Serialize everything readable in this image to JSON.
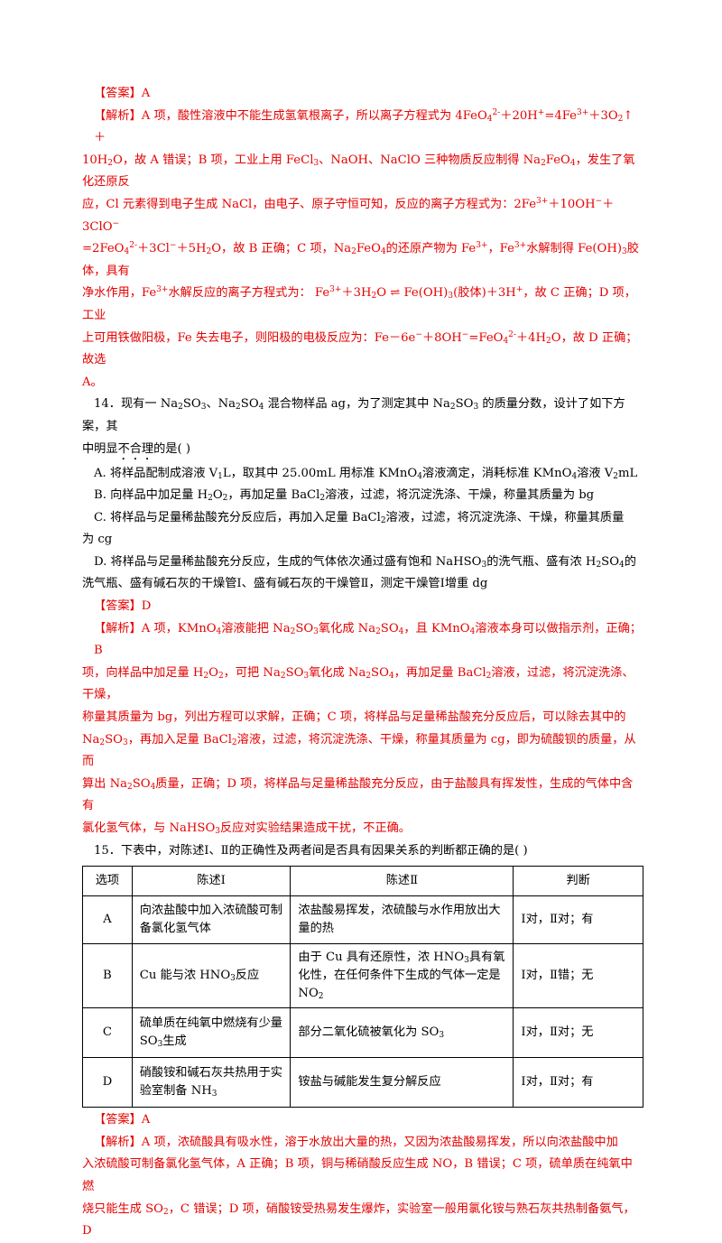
{
  "q13": {
    "answer_label": "【答案】A",
    "analysis": {
      "l1a": "【解析】A 项，酸性溶液中不能生成氢氧根离子，所以离子方程式为 4FeO",
      "l1b": "＋20H",
      "l1c": "=4Fe",
      "l1d": "＋3O",
      "l1e": "↑＋",
      "l2a": "10H",
      "l2b": "O，故 A 错误；B 项，工业上用 FeCl",
      "l2c": "、NaOH、NaClO 三种物质反应制得 Na",
      "l2d": "FeO",
      "l2e": "，发生了氧化还原反",
      "l3a": "应，Cl 元素得到电子生成 NaCl，由电子、原子守恒可知，反应的离子方程式为：2Fe",
      "l3b": "＋10OH",
      "l3c": "＋3ClO",
      "l4a": "=2FeO",
      "l4b": "＋3Cl",
      "l4c": "＋5H",
      "l4d": "O，故 B 正确；C 项，Na",
      "l4e": "FeO",
      "l4f": "的还原产物为 Fe",
      "l4g": "，Fe",
      "l4h": "水解制得 Fe(OH)",
      "l4i": "胶体，具有",
      "l5a": "净水作用，Fe",
      "l5b": "水解反应的离子方程式为：  Fe",
      "l5c": "＋3H",
      "l5d": "O ⇌ Fe(OH)",
      "l5e": "(胶体)＋3H",
      "l5f": "，故 C 正确；D 项，工业",
      "l6a": "上可用铁做阳极，Fe 失去电子，则阳极的电极反应为：Fe－6e",
      "l6b": "＋8OH",
      "l6c": "=FeO",
      "l6d": "＋4H",
      "l6e": "O，故 D 正确；故选",
      "l7": "A。"
    },
    "sub_2": "2",
    "sub_3": "3",
    "sub_4": "4",
    "sup_2minus": "2-",
    "sup_plus": "+",
    "sup_3plus": "3+",
    "sup_minus": "−"
  },
  "q14": {
    "stem_a": "14．现有一 Na",
    "stem_b": "SO",
    "stem_c": "、Na",
    "stem_d": "SO",
    "stem_e": " 混合物样品 ag，为了测定其中 Na",
    "stem_f": "SO",
    "stem_g": " 的质量分数，设计了如下方案，其",
    "stem2_a": "中明显",
    "stem2_dot": "不合理",
    "stem2_b": "的是(      )",
    "optA_a": "A. 将样品配制成溶液 V",
    "optA_b": "L，取其中 25.00mL 用标准 KMnO",
    "optA_c": "溶液滴定，消耗标准 KMnO",
    "optA_d": "溶液 V",
    "optA_e": "mL",
    "optB_a": "B. 向样品中加足量 H",
    "optB_b": "O",
    "optB_c": "，再加足量 BaCl",
    "optB_d": "溶液，过滤，将沉淀洗涤、干燥，称量其质量为 bg",
    "optC_a": "C. 将样品与足量稀盐酸充分反应后，再加入足量 BaCl",
    "optC_b": "溶液，过滤，将沉淀洗涤、干燥，称量其质量",
    "optC_c": "为 cg",
    "optD_a": "D. 将样品与足量稀盐酸充分反应，生成的气体依次通过盛有饱和 NaHSO",
    "optD_b": "的洗气瓶、盛有浓 H",
    "optD_c": "SO",
    "optD_d": "的",
    "optD_e": "洗气瓶、盛有碱石灰的干燥管Ⅰ、盛有碱石灰的干燥管Ⅱ，测定干燥管Ⅰ增重 dg",
    "answer_label": "【答案】D",
    "an1a": "【解析】A 项，KMnO",
    "an1b": "溶液能把 Na",
    "an1c": "SO",
    "an1d": "氧化成 Na",
    "an1e": "SO",
    "an1f": "，且 KMnO",
    "an1g": "溶液本身可以做指示剂，正确；B",
    "an2a": "项，向样品中加足量 H",
    "an2b": "O",
    "an2c": "，可把 Na",
    "an2d": "SO",
    "an2e": "氧化成 Na",
    "an2f": "SO",
    "an2g": "，再加足量 BaCl",
    "an2h": "溶液，过滤，将沉淀洗涤、干燥，",
    "an3": "称量其质量为 bg，列出方程可以求解，正确；C 项，将样品与足量稀盐酸充分反应后，可以除去其中的",
    "an4a": "Na",
    "an4b": "SO",
    "an4c": "，再加入足量 BaCl",
    "an4d": "溶液，过滤，将沉淀洗涤、干燥，称量其质量为 cg，即为硫酸钡的质量，从而",
    "an5a": "算出 Na",
    "an5b": "SO",
    "an5c": "质量，正确；D 项，将样品与足量稀盐酸充分反应，由于盐酸具有挥发性，生成的气体中含有",
    "an6a": "氯化氢气体，与 NaHSO",
    "an6b": "反应对实验结果造成干扰，不正确。"
  },
  "q15": {
    "stem": "15．下表中，对陈述Ⅰ、Ⅱ的正确性及两者间是否具有因果关系的判断都正确的是(      )",
    "headers": [
      "选项",
      "陈述Ⅰ",
      "陈述Ⅱ",
      "判断"
    ],
    "rows": [
      {
        "opt": "A",
        "s1": "向浓盐酸中加入浓硫酸可制备氯化氢气体",
        "s2": "浓盐酸易挥发，浓硫酸与水作用放出大量的热",
        "j": "Ⅰ对，Ⅱ对；有"
      },
      {
        "opt": "B",
        "s1a": "Cu 能与浓 HNO",
        "s1b": "反应",
        "s2a": "由于 Cu 具有还原性，浓 HNO",
        "s2b": "具有氧化性，在任何条件下生成的气体一定是 NO",
        "j": "Ⅰ对，Ⅱ错；无"
      },
      {
        "opt": "C",
        "s1a": "硫单质在纯氧中燃烧有少量 SO",
        "s1b": "生成",
        "s2a": "部分二氧化硫被氧化为 SO",
        "j": "Ⅰ对，Ⅱ对；无"
      },
      {
        "opt": "D",
        "s1a": "硝酸铵和碱石灰共热用于实验室制备 NH",
        "s2": "铵盐与碱能发生复分解反应",
        "j": "Ⅰ对，Ⅱ对；有"
      }
    ],
    "answer_label": "【答案】A",
    "an1": "【解析】A 项，浓硫酸具有吸水性，溶于水放出大量的热，又因为浓盐酸易挥发，所以向浓盐酸中加",
    "an2a": "入浓硫酸可制备氯化氢气体，A 正确；B 项，铜与稀硝酸反应生成 NO，B 错误；C 项，硫单质在纯氧中燃",
    "an3a": "烧只能生成 SO",
    "an3b": "，C 错误；D 项，硝酸铵受热易发生爆炸，实验室一般用氯化铵与熟石灰共热制备氨气，D"
  }
}
